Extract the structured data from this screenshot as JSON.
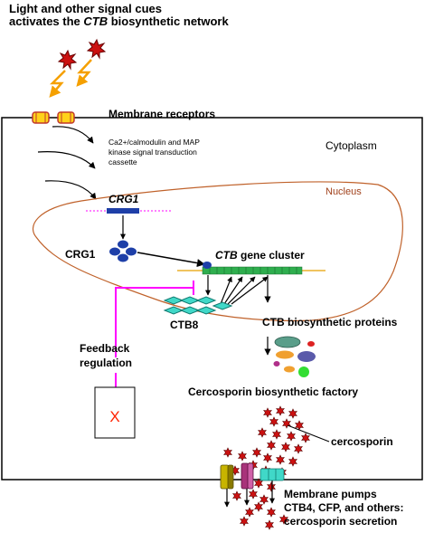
{
  "title": {
    "line1": "Light and other signal cues",
    "line2_pre": "activates the ",
    "line2_italic": "CTB",
    "line2_post": " biosynthetic network"
  },
  "labels": {
    "membrane_receptors": "Membrane receptors",
    "cascade_line1": "Ca2+/calmodulin and MAP",
    "cascade_line2": "kinase signal transduction",
    "cascade_line3": "cassette",
    "cytoplasm": "Cytoplasm",
    "nucleus": "Nucleus",
    "crg1_gene": "CRG1",
    "crg1_protein": "CRG1",
    "gene_cluster_italic": "CTB",
    "gene_cluster_rest": " gene cluster",
    "ctb8": "CTB8",
    "ctb_proteins": "CTB biosynthetic proteins",
    "feedback_line1": "Feedback",
    "feedback_line2": "regulation",
    "factory": "Cercosporin biosynthetic factory",
    "x_mark": "X",
    "cercosporin": "cercosporin",
    "pumps_line1": "Membrane pumps",
    "pumps_line2": "CTB4, CFP, and others:",
    "pumps_line3": "cercosporin secretion"
  },
  "colors": {
    "nucleus_outline": "#c0622b",
    "nucleus_label": "#a0401a",
    "feedback_line": "#ff00ff",
    "x_mark": "#ff2200",
    "gene_blue": "#1e3fa8",
    "cercosporin_red": "#cc1111",
    "ctb8_cyan": "#40d8c8",
    "cluster_green": "#2fae4e",
    "lightning": "#f5a000"
  }
}
